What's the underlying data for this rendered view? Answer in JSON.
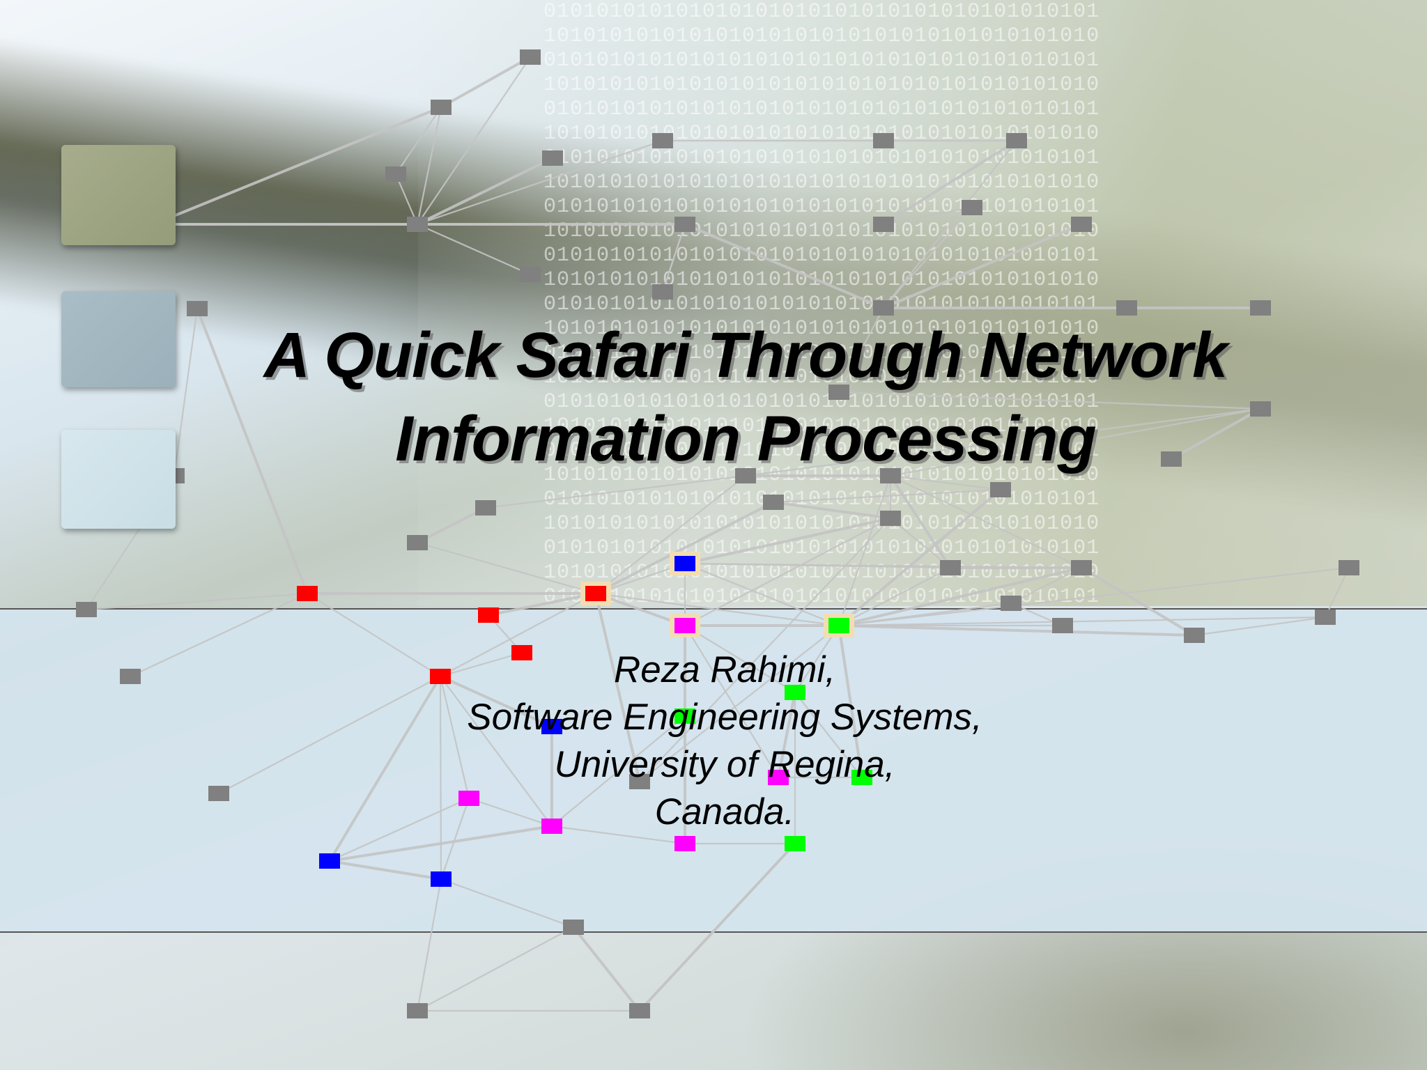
{
  "slide": {
    "title_line1": "A Quick Safari Through Network",
    "title_line2": "Information Processing",
    "byline": [
      "Reza Rahimi,",
      "Software Engineering Systems,",
      "University of Regina,",
      "Canada."
    ],
    "background_pattern_glyphs": "01"
  },
  "colors": {
    "node_gray": "#808080",
    "node_red": "#ff0000",
    "node_blue": "#0000ff",
    "node_magenta": "#ff00ff",
    "node_green": "#00ff00",
    "edge": "#c4c4c4",
    "highlight_frame": "#f3ddb0"
  }
}
